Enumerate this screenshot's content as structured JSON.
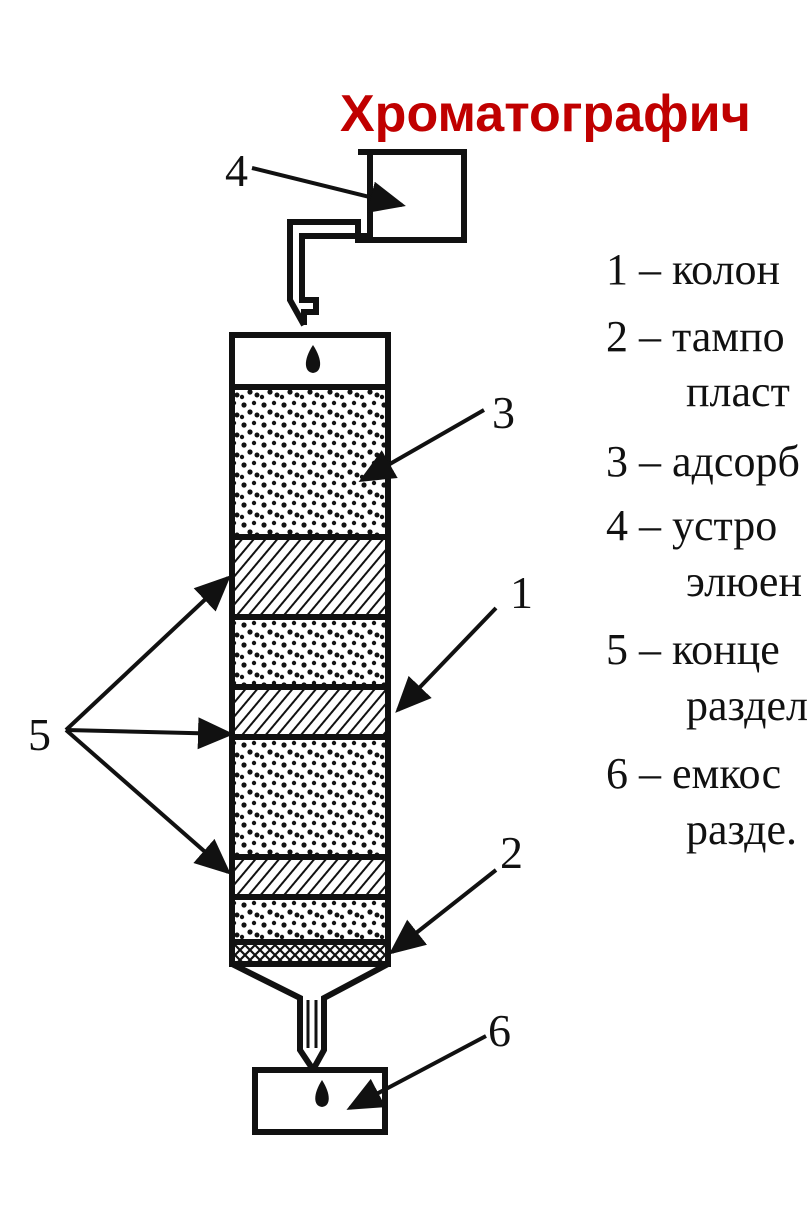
{
  "title": "Хроматографич",
  "callouts": {
    "n1": "1",
    "n2": "2",
    "n3": "3",
    "n4": "4",
    "n5": "5",
    "n6": "6"
  },
  "legend": [
    {
      "text": "1 – колон"
    },
    {
      "text": "2 – тампо"
    },
    {
      "text": "пласт"
    },
    {
      "text": "3 – адсорб"
    },
    {
      "text": "4 – устро"
    },
    {
      "text": "элюен"
    },
    {
      "text": "5 – конце"
    },
    {
      "text": "раздел"
    },
    {
      "text": "6 – емкос"
    },
    {
      "text": "разде."
    }
  ]
}
